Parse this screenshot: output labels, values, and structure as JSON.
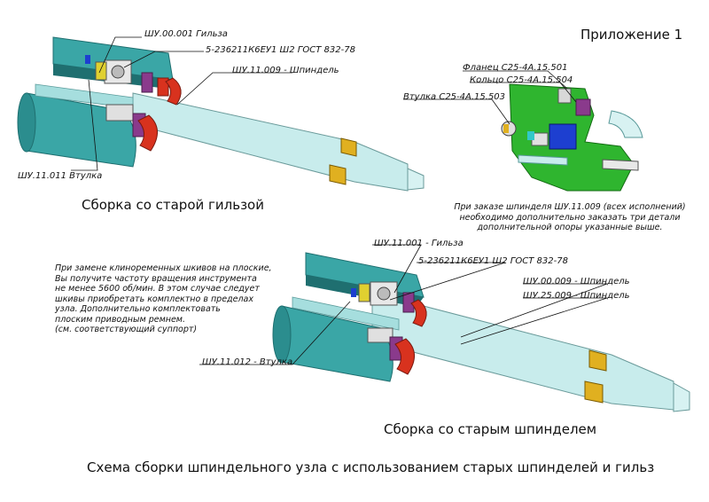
{
  "appendix": "Приложение 1",
  "top_assembly": {
    "caption": "Сборка со старой гильзой",
    "labels": {
      "sleeve": "ШУ.00.001 Гильза",
      "bearing": "5-236211К6ЕУ1 Ш2 ГОСТ 832-78",
      "spindle": "ШУ.11.009 - Шпиндель",
      "bushing": "ШУ.11.011 Втулка"
    }
  },
  "support_detail": {
    "labels": {
      "flange": "Фланец С25-4А.15.501",
      "ring": "Кольцо С25-4А.15.504",
      "bushing": "Втулка С25-4А.15.503"
    },
    "note": [
      "При заказе шпинделя ШУ.11.009 (всех исполнений)",
      "необходимо дополнительно заказать три детали",
      "дополнительной опоры указанные выше."
    ]
  },
  "left_note": [
    "При замене клиноременных шкивов на плоские,",
    "Вы получите частоту вращения инструмента",
    "не менее 5600 об/мин. В этом случае следует",
    "шкивы приобретать комплектно в пределах",
    "узла. Дополнительно комплектовать",
    "плоским приводным ремнем.",
    "(см. соответствующий суппорт)"
  ],
  "bottom_assembly": {
    "caption": "Сборка со старым шпинделем",
    "labels": {
      "sleeve": "ШУ.11.001 - Гильза",
      "bearing": "5-236211К6ЕУ1 Ш2 ГОСТ 832-78",
      "spindle1": "ШУ.00.009 - Шпиндель",
      "spindle2": "ШУ.25.009 - Шпиндель",
      "bushing": "ШУ.11.012 - Втулка"
    }
  },
  "footer_title": "Схема сборки шпиндельного узла с использованием старых шпинделей и гильз",
  "colors": {
    "housing": "#3aa6a6",
    "housing_dark": "#1f6f70",
    "shaft": "#c8ecec",
    "red_part": "#d8321e",
    "purple_part": "#8a3a8c",
    "yellow_part": "#e0b020",
    "blue_part": "#1d3fd0",
    "green_support": "#2fb52f"
  }
}
